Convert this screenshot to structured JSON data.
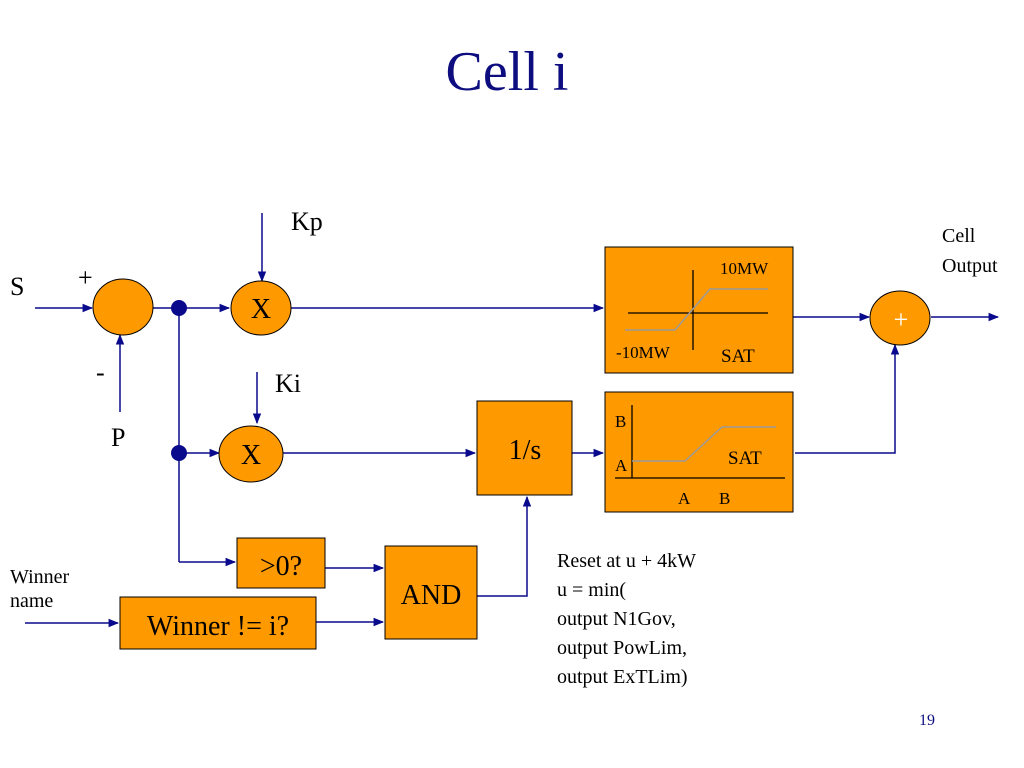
{
  "slide": {
    "title": "Cell i",
    "page_number": "19",
    "colors": {
      "title": "#0d0d80",
      "wire": "#0a0a8c",
      "block": "#ff9900",
      "curve": "#9a9a9a"
    }
  },
  "diagram": {
    "inputs": {
      "s": "S",
      "p": "P",
      "kp": "Kp",
      "ki": "Ki",
      "winner_name": [
        "Winner",
        "name"
      ]
    },
    "signs": {
      "plus": "+",
      "minus": "-"
    },
    "blocks": {
      "mult_p": "X",
      "mult_i": "X",
      "integrator": "1/s",
      "compare": ">0?",
      "and_gate": "AND",
      "winner_check": "Winner != i?",
      "output_sum": "+"
    },
    "sat_top": {
      "upper": "10MW",
      "lower": "-10MW",
      "label": "SAT"
    },
    "sat_bottom": {
      "b_y": "B",
      "a_y": "A",
      "a_x": "A",
      "b_x": "B",
      "label": "SAT"
    },
    "output_label": [
      "Cell",
      "Output"
    ],
    "reset_note": [
      "Reset at u + 4kW",
      "u = min(",
      "output N1Gov,",
      "output PowLim,",
      "output ExTLim)"
    ]
  }
}
